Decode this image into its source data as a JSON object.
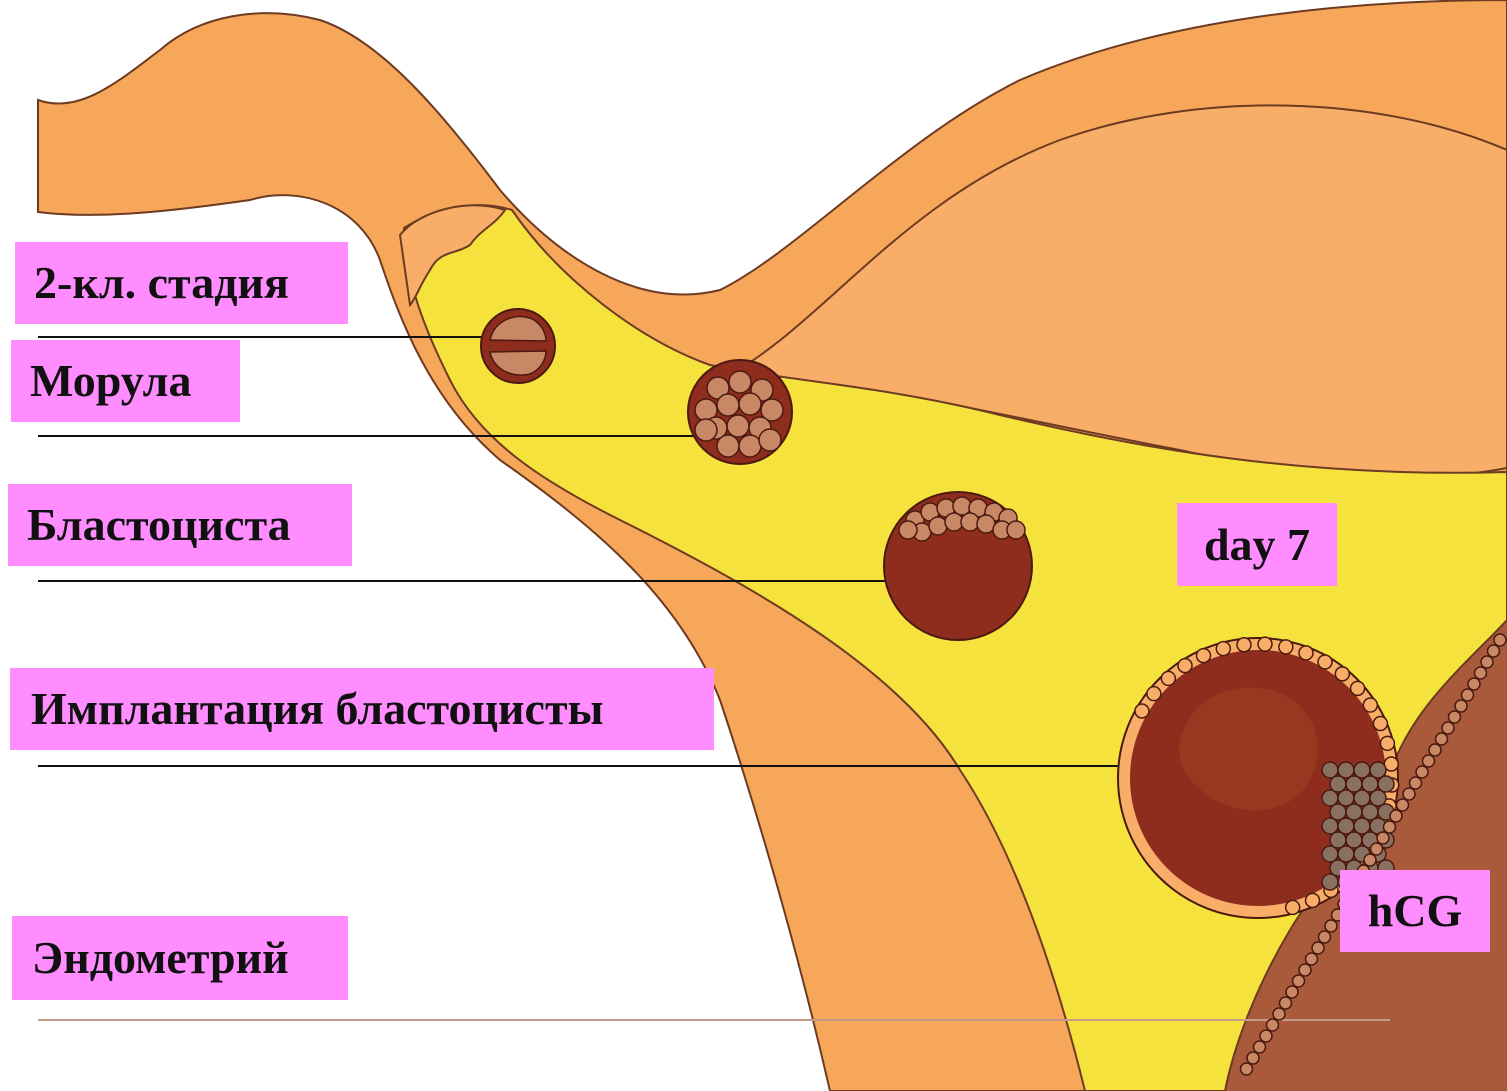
{
  "labels": {
    "two_cell_stage": "2-кл. стадия",
    "morula": "Морула",
    "blastocyst": "Бластоциста",
    "implantation": "Имплантация бластоцисты",
    "endometrium": "Эндометрий",
    "day": "day 7",
    "hcg": "hCG"
  },
  "colors": {
    "label_bg": "#ff8dff",
    "tissue_orange": "#f7a75a",
    "tissue_light": "#f8ae69",
    "lumen_yellow": "#f6e23d",
    "endometrium_brown": "#a85a3a",
    "embryo_dark": "#8e2d1e",
    "cell_tan": "#c88866"
  },
  "icons": [
    "fallopian-tube",
    "uterus",
    "two-cell-embryo",
    "morula-embryo",
    "blastocyst-embryo",
    "implanting-blastocyst"
  ]
}
